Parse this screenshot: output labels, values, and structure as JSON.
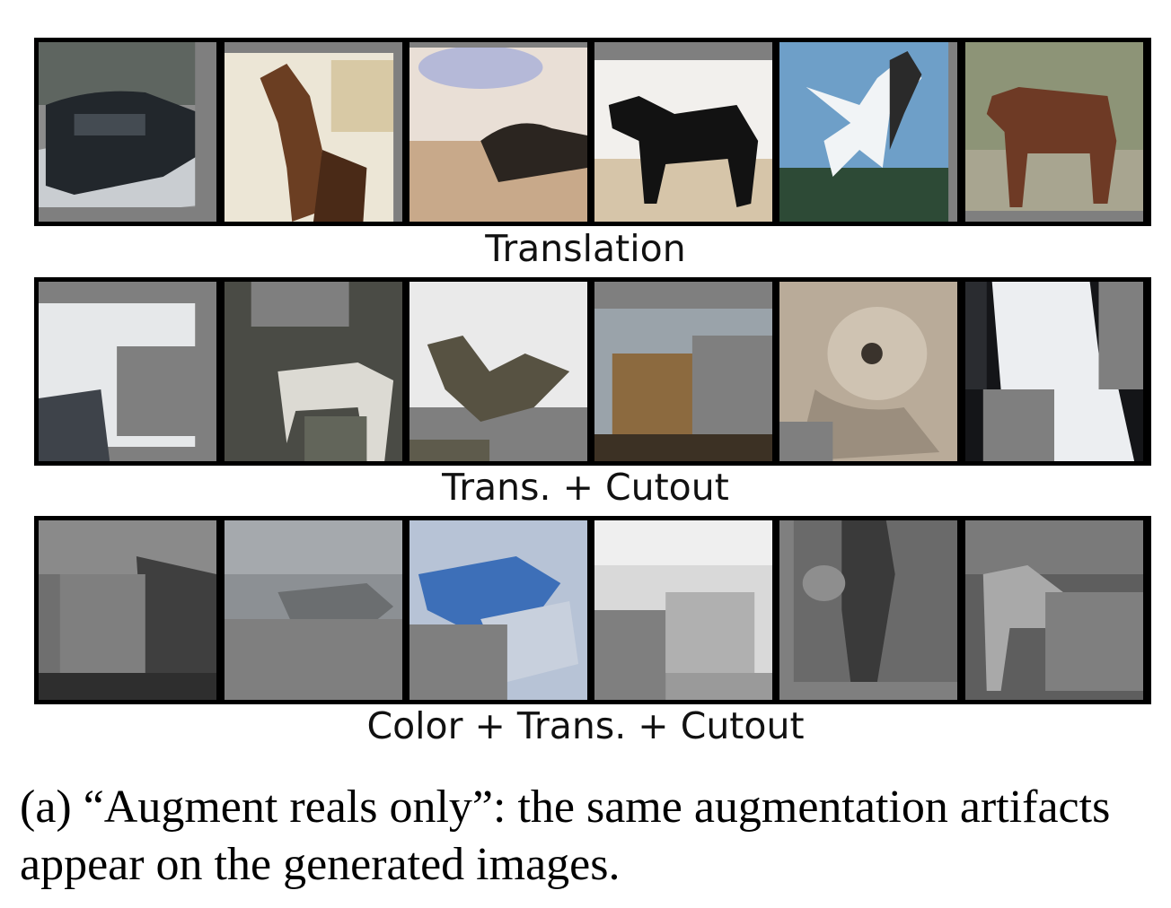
{
  "rows": [
    {
      "label": "Translation"
    },
    {
      "label": "Trans. + Cutout"
    },
    {
      "label": "Color + Trans. + Cutout"
    }
  ],
  "caption": "(a) “Augment reals only”: the same augmentation artifacts appear on the generated images.",
  "colors": {
    "border": "#000000",
    "cutout_gray": "#7f7f7f"
  }
}
